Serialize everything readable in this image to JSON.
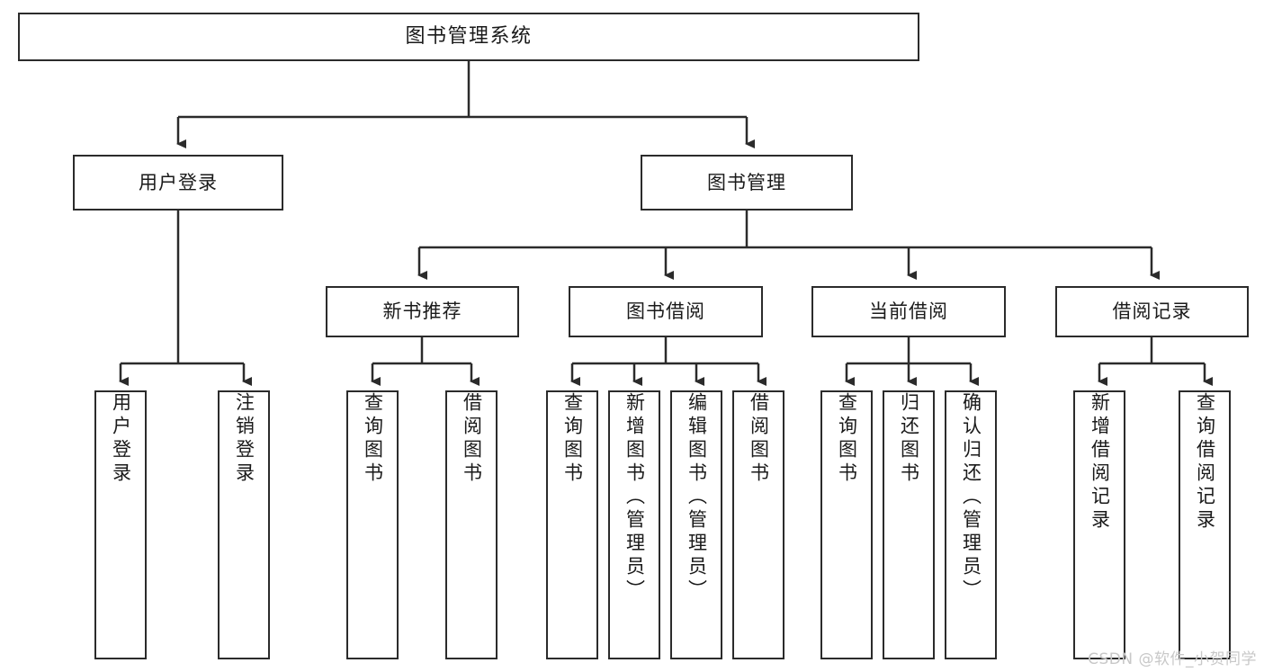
{
  "diagram": {
    "type": "tree",
    "title": "图书管理系统",
    "watermark": "CSDN @软件_小贺同学",
    "colors": {
      "box_border": "#2b2b2b",
      "box_fill": "#ffffff",
      "connector": "#2b2b2b",
      "text": "#1a1a1a",
      "watermark": "#c8c8c8",
      "background": "#ffffff"
    },
    "root": {
      "label": "图书管理系统"
    },
    "level2": [
      {
        "label": "用户登录"
      },
      {
        "label": "图书管理"
      }
    ],
    "level3": [
      {
        "label": "新书推荐"
      },
      {
        "label": "图书借阅"
      },
      {
        "label": "当前借阅"
      },
      {
        "label": "借阅记录"
      }
    ],
    "leaves": {
      "user_login": [
        {
          "label": "用户登录"
        },
        {
          "label": "注销登录"
        }
      ],
      "new_book_recommend": [
        {
          "label": "查询图书"
        },
        {
          "label": "借阅图书"
        }
      ],
      "book_borrow": [
        {
          "label": "查询图书"
        },
        {
          "label": "新增图书（管理员）"
        },
        {
          "label": "编辑图书（管理员）"
        },
        {
          "label": "借阅图书"
        }
      ],
      "current_borrow": [
        {
          "label": "查询图书"
        },
        {
          "label": "归还图书"
        },
        {
          "label": "确认归还（管理员）"
        }
      ],
      "borrow_record": [
        {
          "label": "新增借阅记录"
        },
        {
          "label": "查询借阅记录"
        }
      ]
    }
  }
}
